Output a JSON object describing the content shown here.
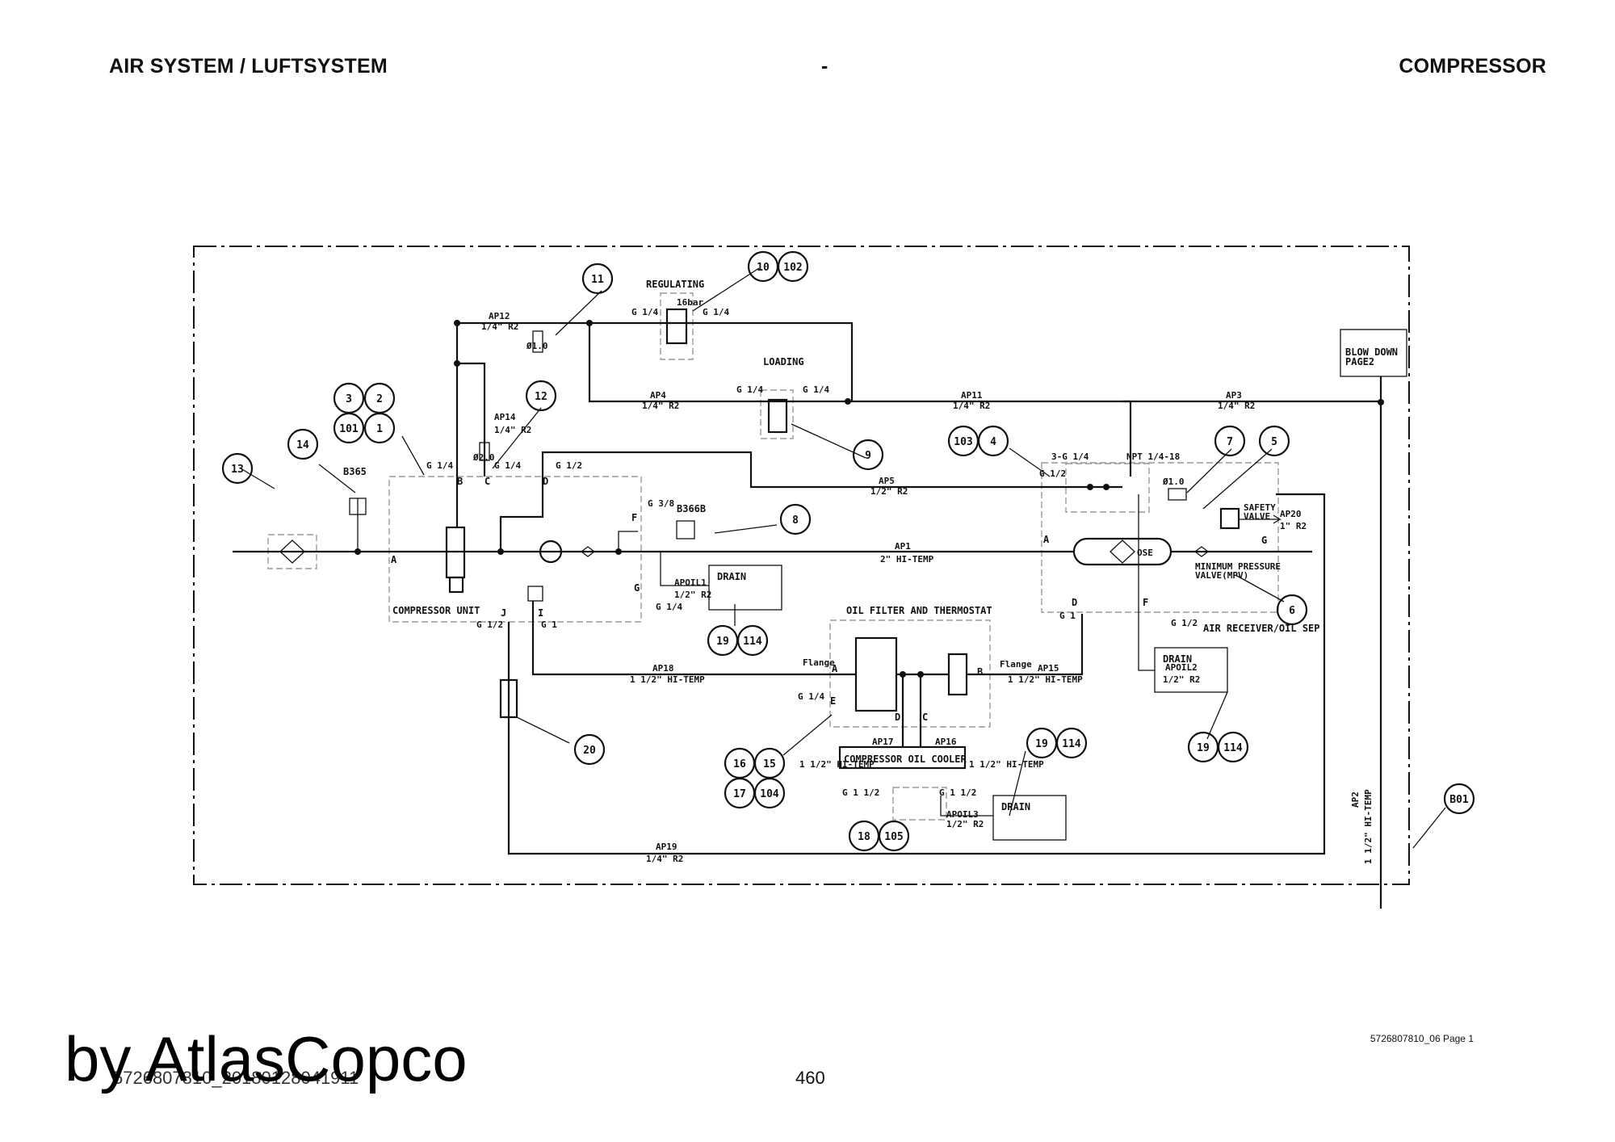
{
  "header": {
    "left": "AIR SYSTEM / LUFTSYSTEM",
    "middle": "-",
    "right": "COMPRESSOR"
  },
  "footer": {
    "doc_ref": "5726807810_06 Page 1",
    "page_number": "460",
    "doc_code": "5726807810_20180128041911",
    "watermark": "by AtlasCopco"
  },
  "diagram": {
    "labels": {
      "regulating": "REGULATING",
      "loading": "LOADING",
      "bar16": "16bar",
      "blow_down_1": "BLOW DOWN",
      "blow_down_2": "PAGE2",
      "b365": "B365",
      "b366b": "B366B",
      "compressor_unit": "COMPRESSOR UNIT",
      "oil_filter": "OIL FILTER AND THERMOSTAT",
      "oil_cooler": "COMPRESSOR OIL COOLER",
      "air_receiver": "AIR RECEIVER/OIL SEP",
      "safety_valve_1": "SAFETY",
      "safety_valve_2": "VALVE",
      "mpv_1": "MINIMUM PRESSURE",
      "mpv_2": "VALVE(MPV)",
      "drain": "DRAIN",
      "flange": "Flange",
      "ose": "OSE",
      "d10": "Ø1.0",
      "d20": "Ø2.0"
    },
    "pipes": {
      "ap1": "AP1",
      "ap1_spec": "2\" HI-TEMP",
      "ap2": "AP2",
      "ap2_spec": "1 1/2\" HI-TEMP",
      "ap3": "AP3",
      "ap3_spec": "1/4\" R2",
      "ap4": "AP4",
      "ap4_spec": "1/4\" R2",
      "ap5": "AP5",
      "ap5_spec": "1/2\" R2",
      "ap11": "AP11",
      "ap11_spec": "1/4\" R2",
      "ap12": "AP12",
      "ap12_spec": "1/4\" R2",
      "ap14": "AP14",
      "ap14_spec": "1/4\" R2",
      "ap15": "AP15",
      "ap15_spec": "1 1/2\" HI-TEMP",
      "ap16": "AP16",
      "ap16_spec": "1 1/2\" HI-TEMP",
      "ap17": "AP17",
      "ap17_spec": "1 1/2\" HI-TEMP",
      "ap18": "AP18",
      "ap18_spec": "1 1/2\" HI-TEMP",
      "ap19": "AP19",
      "ap19_spec": "1/4\" R2",
      "ap20": "AP20",
      "ap20_spec": "1\" R2",
      "apoil1": "APOIL1",
      "apoil1_spec": "1/2\" R2",
      "apoil2": "APOIL2",
      "apoil2_spec": "1/2\" R2",
      "apoil3": "APOIL3",
      "apoil3_spec": "1/2\" R2"
    },
    "ports": {
      "g14": "G 1/4",
      "g12": "G 1/2",
      "g1": "G 1",
      "g38": "G 3/8",
      "g112": "G 1 1/2",
      "g3_14": "3-G 1/4",
      "npt": "NPT 1/4-18",
      "A": "A",
      "B": "B",
      "C": "C",
      "D": "D",
      "E": "E",
      "F": "F",
      "G": "G",
      "I": "I",
      "J": "J"
    },
    "callouts": [
      "1",
      "2",
      "3",
      "4",
      "5",
      "6",
      "7",
      "8",
      "9",
      "10",
      "11",
      "12",
      "13",
      "14",
      "15",
      "16",
      "17",
      "18",
      "19",
      "20",
      "101",
      "102",
      "103",
      "104",
      "105",
      "114",
      "B01"
    ]
  }
}
